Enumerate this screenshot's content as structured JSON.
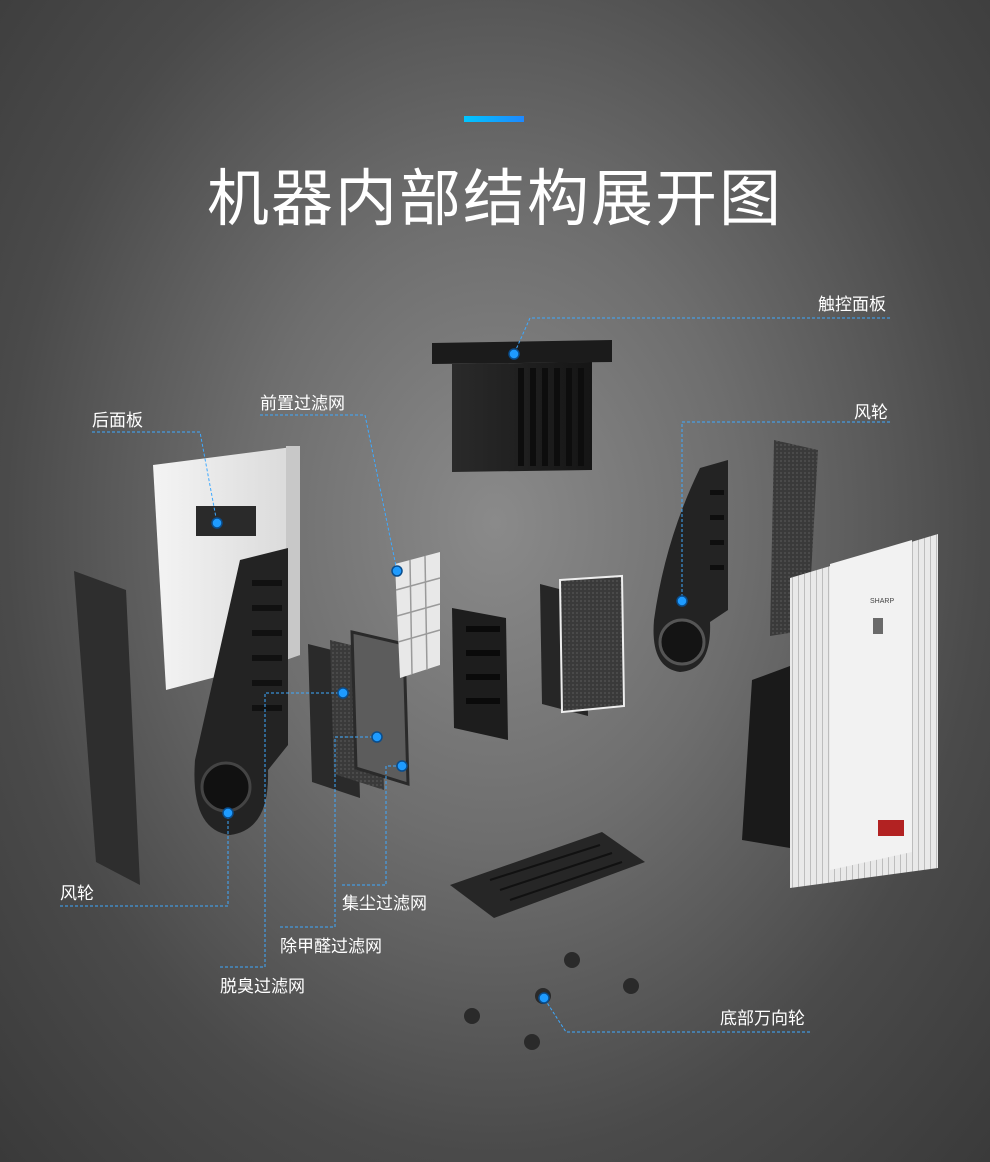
{
  "header": {
    "title": "机器内部结构展开图",
    "accent_color": "#1e9bff"
  },
  "callouts": {
    "touch_panel": "触控面板",
    "fan_right": "风轮",
    "back_panel": "后面板",
    "pre_filter": "前置过滤网",
    "fan_left": "风轮",
    "dust_filter": "集尘过滤网",
    "formaldehyde_filter": "除甲醛过滤网",
    "deodorizing_filter": "脱臭过滤网",
    "caster_wheels": "底部万向轮"
  },
  "product": {
    "brand_logo": "SHARP"
  },
  "colors": {
    "leader_line": "#3ea9ff",
    "dot": "#1e9bff"
  }
}
